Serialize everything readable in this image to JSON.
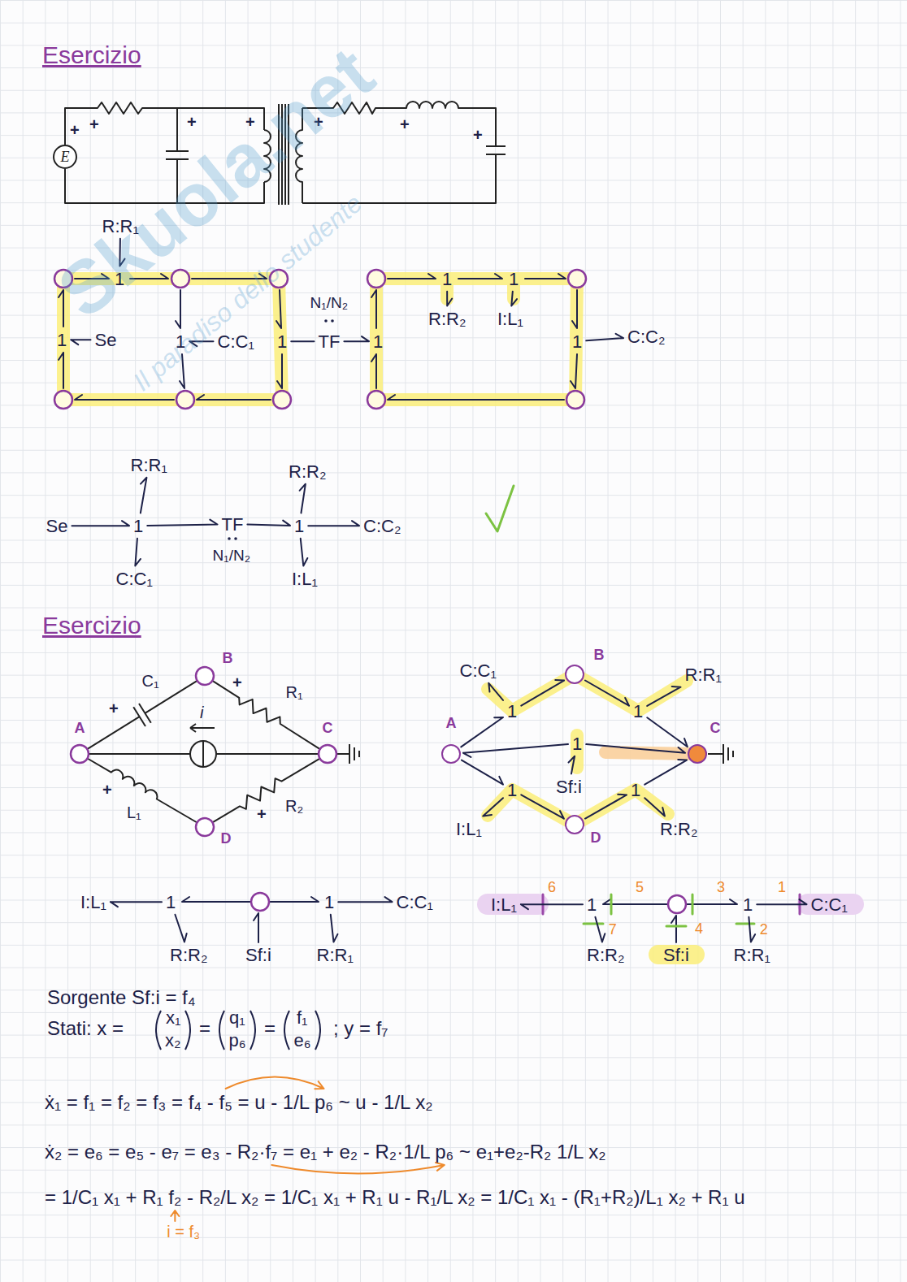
{
  "diagram": {
    "title": "Esercizio",
    "nodes": [
      {
        "text": [
          "E"
        ]
      },
      {
        "text": [
          "R:R₁"
        ]
      },
      {
        "text": [
          "1"
        ]
      },
      {
        "text": [
          "1"
        ]
      },
      {
        "text": [
          "Se"
        ]
      },
      {
        "text": [
          "1"
        ]
      },
      {
        "text": [
          "C:C₁"
        ]
      },
      {
        "text": [
          "1"
        ]
      },
      {
        "text": [
          "TF"
        ]
      },
      {
        "text": [
          "1"
        ]
      },
      {
        "text": [
          "1"
        ]
      },
      {
        "text": [
          "R:R₂"
        ]
      },
      {
        "text": [
          "1"
        ]
      },
      {
        "text": [
          "I:L₁"
        ]
      },
      {
        "text": [
          "1"
        ]
      },
      {
        "text": [
          "C:C₂"
        ]
      },
      {
        "text": [
          "R:R₁"
        ]
      },
      {
        "text": [
          "R:R₂"
        ]
      },
      {
        "text": [
          "Se"
        ]
      },
      {
        "text": [
          "1"
        ]
      },
      {
        "text": [
          "TF"
        ]
      },
      {
        "text": [
          "1"
        ]
      },
      {
        "text": [
          "C:C₂"
        ]
      },
      {
        "text": [
          "C:C₁"
        ]
      },
      {
        "text": [
          "I:L₁"
        ]
      },
      {
        "text": [
          "C:C₁"
        ]
      },
      {
        "text": [
          "B"
        ]
      },
      {
        "text": [
          "R:R₁"
        ]
      },
      {
        "text": [
          "1"
        ]
      },
      {
        "text": [
          "1"
        ]
      },
      {
        "text": [
          "1"
        ]
      },
      {
        "text": [
          "A"
        ]
      },
      {
        "text": [
          "C"
        ]
      },
      {
        "text": [
          "Sf:i"
        ]
      },
      {
        "text": [
          "1"
        ]
      },
      {
        "text": [
          "1"
        ]
      },
      {
        "text": [
          "D"
        ]
      },
      {
        "text": [
          "I:L₁"
        ]
      },
      {
        "text": [
          "R:R₂"
        ]
      },
      {
        "text": [
          "I:L₁"
        ]
      },
      {
        "text": [
          "1"
        ]
      },
      {
        "text": [
          "1"
        ]
      },
      {
        "text": [
          "C:C₁"
        ]
      },
      {
        "text": [
          "R:R₂"
        ]
      },
      {
        "text": [
          "Sf:i"
        ]
      },
      {
        "text": [
          "R:R₁"
        ]
      },
      {
        "text": [
          "I:L₁"
        ]
      },
      {
        "text": [
          "1"
        ]
      },
      {
        "text": [
          "1"
        ]
      },
      {
        "text": [
          "C:C₁"
        ]
      },
      {
        "text": [
          "R:R₂"
        ]
      },
      {
        "text": [
          "Sf:i"
        ]
      },
      {
        "text": [
          "R:R₁"
        ]
      }
    ],
    "edges": [
      {
        "from": 1,
        "to": 2,
        "arrow": "to"
      },
      {
        "from": 4,
        "to": 3,
        "arrow": "to"
      },
      {
        "from": 6,
        "to": 5,
        "arrow": "to"
      },
      {
        "from": 7,
        "to": 8,
        "arrow": "none"
      },
      {
        "from": 8,
        "to": 9,
        "arrow": "to"
      },
      {
        "from": 10,
        "to": 11,
        "arrow": "to"
      },
      {
        "from": 12,
        "to": 13,
        "arrow": "to"
      },
      {
        "from": 14,
        "to": 15,
        "arrow": "to"
      },
      {
        "from": 18,
        "to": 19,
        "arrow": "to"
      },
      {
        "from": 19,
        "to": 16,
        "arrow": "to"
      },
      {
        "from": 19,
        "to": 23,
        "arrow": "to"
      },
      {
        "from": 19,
        "to": 20,
        "arrow": "to"
      },
      {
        "from": 20,
        "to": 21,
        "arrow": "to"
      },
      {
        "from": 21,
        "to": 17,
        "arrow": "to"
      },
      {
        "from": 21,
        "to": 24,
        "arrow": "to"
      },
      {
        "from": 21,
        "to": 22,
        "arrow": "to"
      },
      {
        "from": 31,
        "to": 28,
        "arrow": "to"
      },
      {
        "from": 28,
        "to": 25,
        "arrow": "to"
      },
      {
        "from": 28,
        "to": 26,
        "arrow": "to"
      },
      {
        "from": 26,
        "to": 29,
        "arrow": "to"
      },
      {
        "from": 29,
        "to": 27,
        "arrow": "to"
      },
      {
        "from": 29,
        "to": 32,
        "arrow": "to"
      },
      {
        "from": 30,
        "to": 31,
        "arrow": "to"
      },
      {
        "from": 30,
        "to": 32,
        "arrow": "to"
      },
      {
        "from": 33,
        "to": 30,
        "arrow": "to"
      },
      {
        "from": 31,
        "to": 34,
        "arrow": "to"
      },
      {
        "from": 34,
        "to": 37,
        "arrow": "to"
      },
      {
        "from": 34,
        "to": 36,
        "arrow": "to"
      },
      {
        "from": 36,
        "to": 35,
        "arrow": "to"
      },
      {
        "from": 35,
        "to": 38,
        "arrow": "to"
      },
      {
        "from": 35,
        "to": 32,
        "arrow": "to"
      },
      {
        "from": 40,
        "to": 39,
        "arrow": "to"
      },
      {
        "from": 40,
        "to": 43,
        "arrow": "to"
      },
      {
        "from": 41,
        "to": 42,
        "arrow": "to"
      },
      {
        "from": 41,
        "to": 45,
        "arrow": "to"
      },
      {
        "from": 47,
        "to": 46,
        "arrow": "to",
        "label": "6"
      },
      {
        "from": 47,
        "to": 50,
        "arrow": "to",
        "label": "7"
      },
      {
        "from": 48,
        "to": 49,
        "arrow": "to",
        "label": "1"
      },
      {
        "from": 48,
        "to": 52,
        "arrow": "to",
        "label": "2"
      }
    ],
    "labels": [
      "Esercizio",
      "+",
      "+",
      "+",
      "+",
      "+",
      "+",
      "+",
      "N₁/N₂",
      "N₁/N₂",
      "C₁",
      "+",
      "i",
      "+",
      "R₁",
      "+",
      "L₁",
      "+",
      "R₂",
      "A",
      "B",
      "C",
      "D",
      "5",
      "3",
      "4",
      "Sorgente Sf:i = f₄",
      "Stati: x =",
      "x₁",
      "x₂",
      "=",
      "q₁",
      "p₆",
      "=",
      "f₁",
      "e₆",
      "; y = f₇",
      "ẋ₁ = f₁ = f₂ = f₃ = f₄ - f₅ = u - 1/L p₆ ~ u - 1/L x₂",
      "ẋ₂ = e₆ = e₅ - e₇ = e₃ - R₂·f₇ = e₁ + e₂ - R₂·1/L p₆ ~ e₁+e₂-R₂ 1/L x₂",
      "= 1/C₁ x₁ + R₁ f₂ - R₂/L x₂ = 1/C₁ x₁ + R₁ u - R₁/L x₂ = 1/C₁ x₁ - (R₁+R₂)/L₁ x₂ + R₁ u",
      "i = f₃",
      "Skuola.net",
      "Il paradiso dello studente"
    ]
  }
}
